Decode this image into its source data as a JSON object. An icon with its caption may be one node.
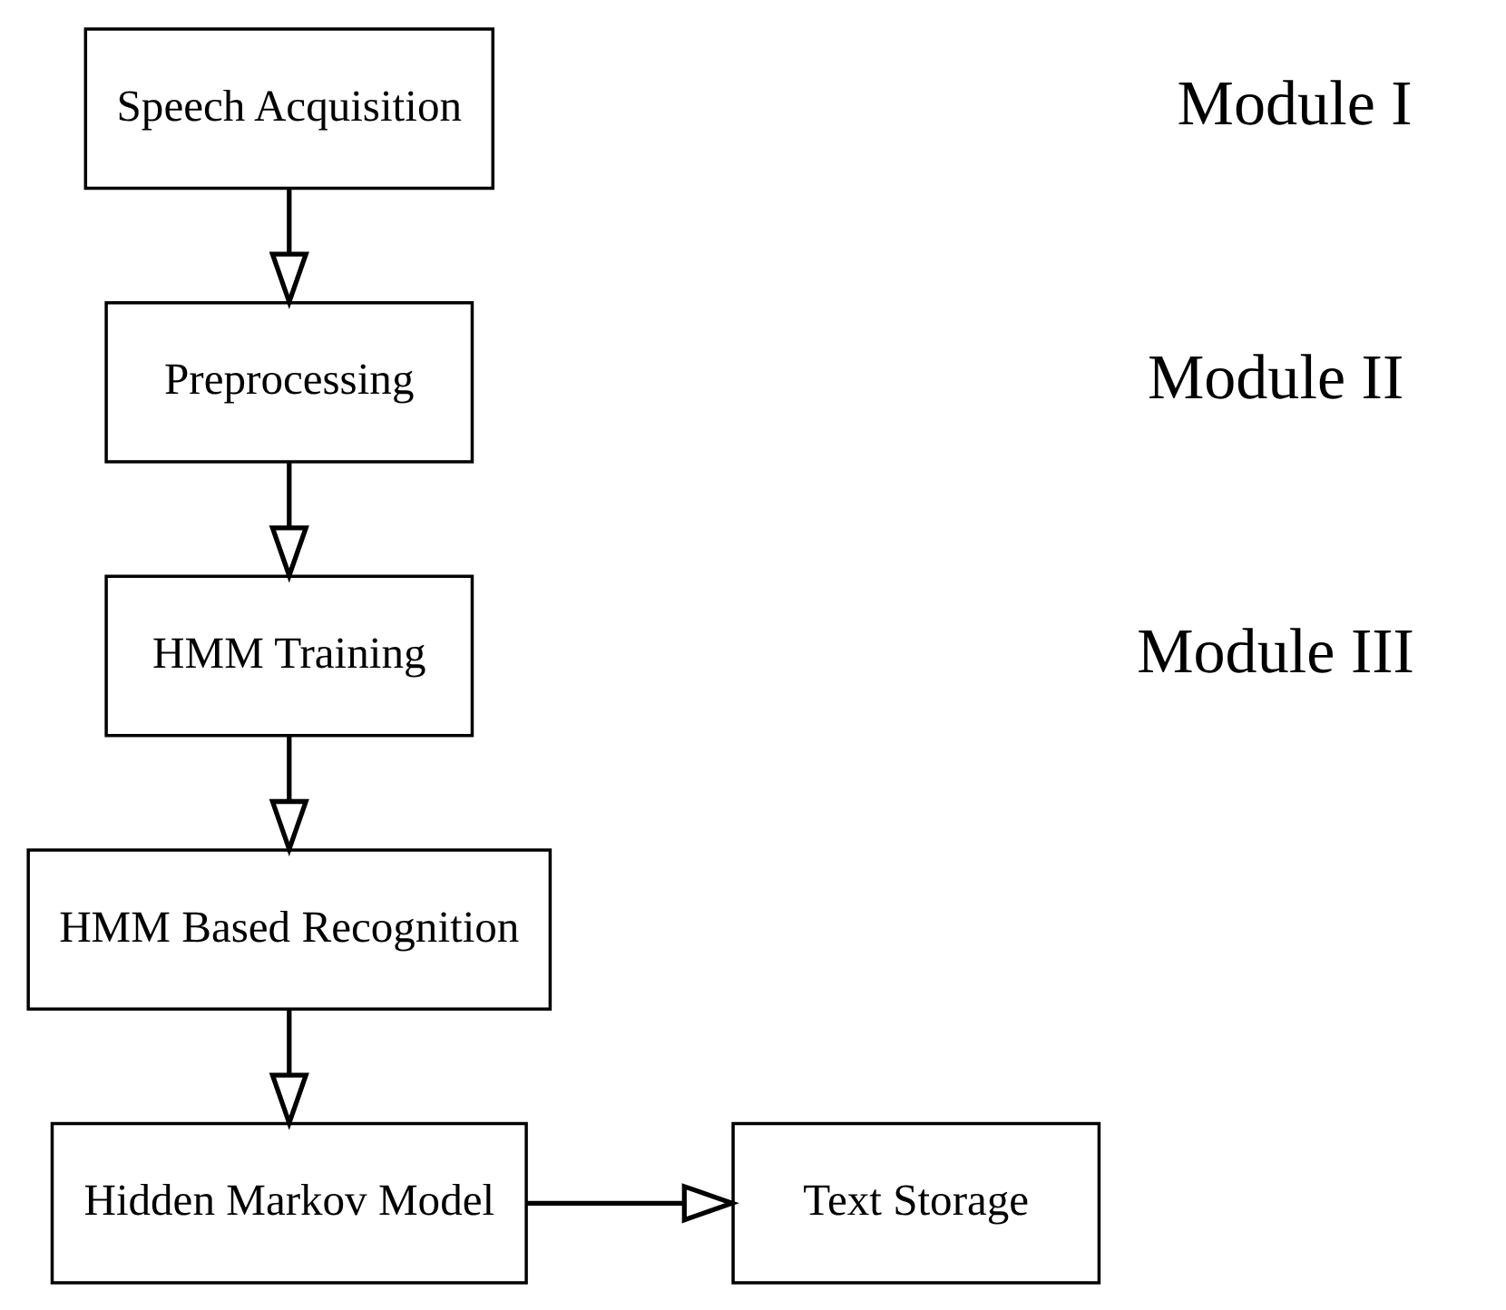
{
  "diagram": {
    "nodes": [
      {
        "text": [
          "Speech Acquisition"
        ]
      },
      {
        "text": [
          "Preprocessing"
        ]
      },
      {
        "text": [
          "HMM Training"
        ]
      },
      {
        "text": [
          "HMM Based Recognition"
        ]
      },
      {
        "text": [
          "Hidden Markov Model"
        ]
      },
      {
        "text": [
          "Text Storage"
        ]
      }
    ],
    "edges": [
      {
        "from": 0,
        "to": 1,
        "arrow": "to"
      },
      {
        "from": 1,
        "to": 2,
        "arrow": "to"
      },
      {
        "from": 2,
        "to": 3,
        "arrow": "to"
      },
      {
        "from": 3,
        "to": 4,
        "arrow": "to"
      },
      {
        "from": 4,
        "to": 5,
        "arrow": "to"
      }
    ],
    "labels": [
      "Module I",
      "Module II",
      "Module III"
    ]
  }
}
